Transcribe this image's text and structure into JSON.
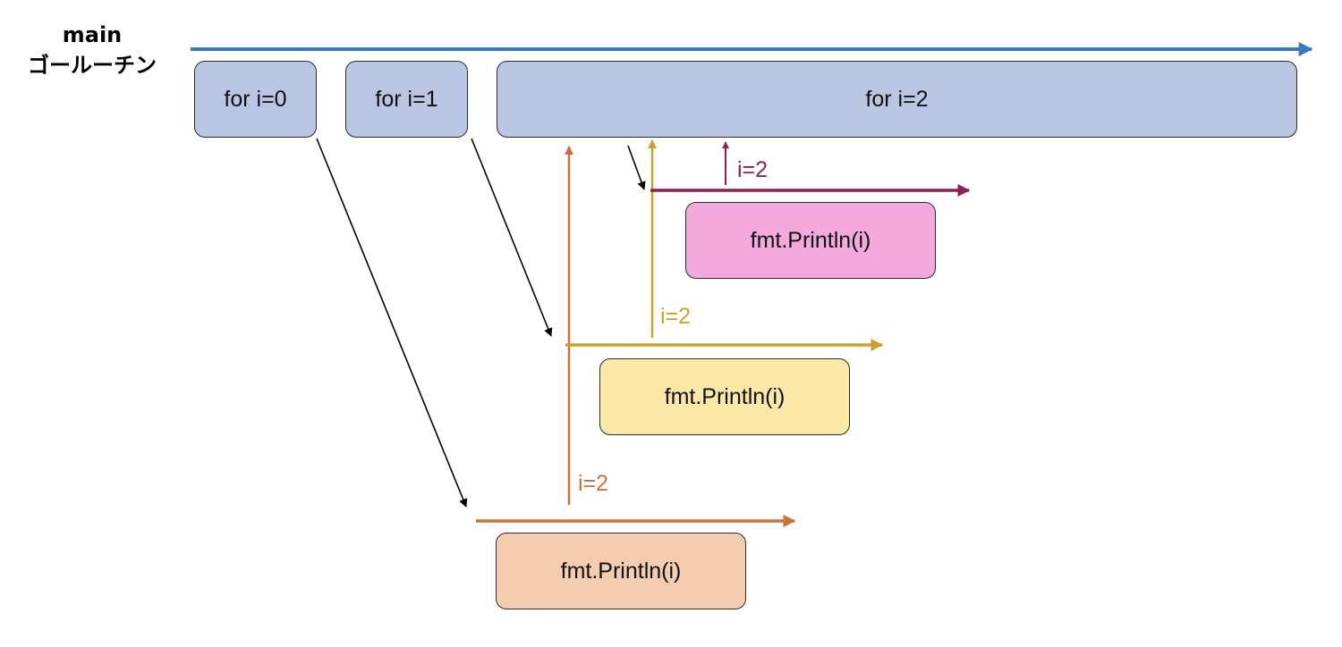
{
  "main_goroutine": {
    "label_line1": "main",
    "label_line2": "ゴールーチン"
  },
  "loop_iterations": [
    {
      "label": "for i=0"
    },
    {
      "label": "for i=1"
    },
    {
      "label": "for i=2"
    }
  ],
  "goroutines": [
    {
      "print_label": "fmt.Println(i)",
      "value_label": "i=2",
      "color": "#c8733a",
      "box_color": "#f4cdb0"
    },
    {
      "print_label": "fmt.Println(i)",
      "value_label": "i=2",
      "color": "#c9a12b",
      "box_color": "#fbe8a6"
    },
    {
      "print_label": "fmt.Println(i)",
      "value_label": "i=2",
      "color": "#8e2050",
      "box_color": "#f4a9dd"
    }
  ],
  "colors": {
    "main_timeline": "#3a78c2",
    "loop_box": "#b9c7e4",
    "spawn_arrow": "#000000"
  }
}
